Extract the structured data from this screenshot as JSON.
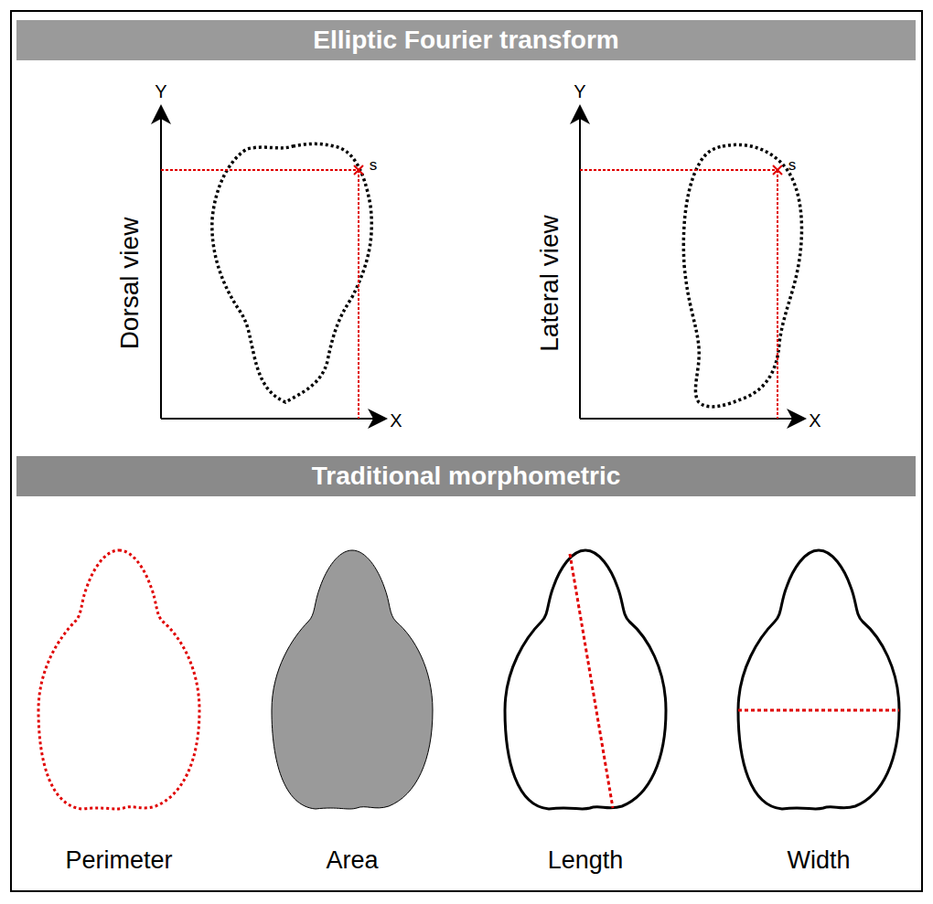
{
  "diagram": {
    "nodes": [
      {
        "text": [
          "Elliptic Fourier transform"
        ]
      },
      {
        "text": [
          "Traditional morphometric"
        ]
      }
    ],
    "labels": [
      "Y",
      "Dorsal view",
      "s",
      "X",
      "Y",
      "Lateral view",
      "s",
      "X",
      "Perimeter",
      "Area",
      "Length",
      "Width"
    ]
  }
}
